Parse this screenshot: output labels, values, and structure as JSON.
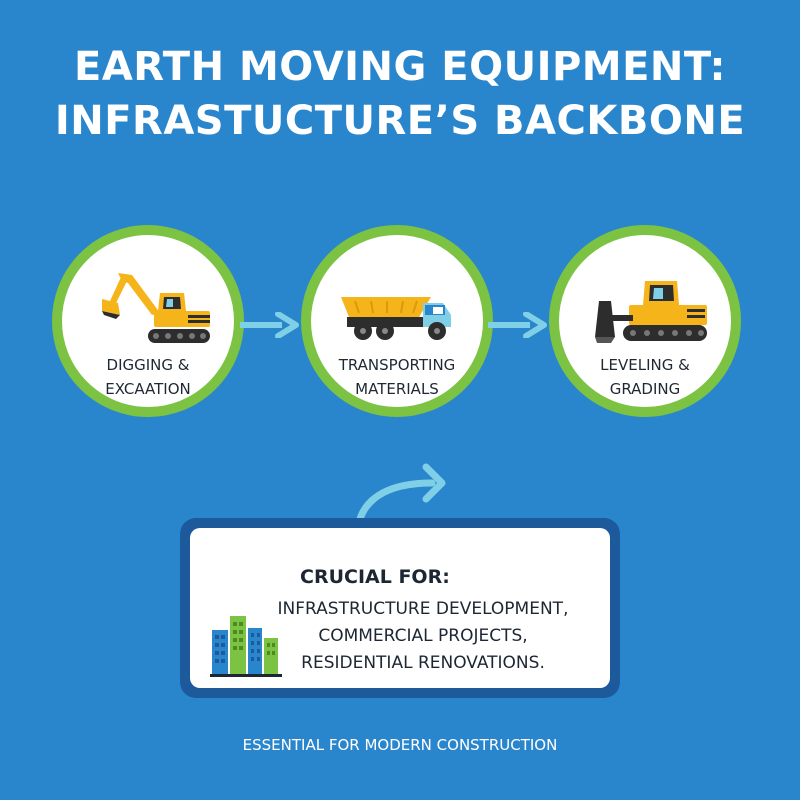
{
  "title": {
    "line1": "EARTH MOVING EQUIPMENT:",
    "line2": "INFRASTUCTURE’S BACKBONE"
  },
  "steps": [
    {
      "label_line1": "DIGGING &",
      "label_line2": "EXCAATION",
      "icon": "excavator-icon"
    },
    {
      "label_line1": "TRANSPORTING",
      "label_line2": "MATERIALS",
      "icon": "dump-truck-icon"
    },
    {
      "label_line1": "LEVELING &",
      "label_line2": "GRADING",
      "icon": "bulldozer-icon"
    }
  ],
  "callout": {
    "heading": "CRUCIAL FOR:",
    "items": [
      "INFRASTRUCTURE DEVELOPMENT,",
      "COMMERCIAL PROJECTS,",
      "RESIDENTIAL RENOVATIONS."
    ],
    "icon": "city-buildings-icon"
  },
  "footer": "ESSENTIAL FOR MODERN CONSTRUCTION",
  "colors": {
    "background": "#2a86cc",
    "circle_border": "#7cc243",
    "arrow": "#7fd0e6",
    "machine_yellow": "#f5b41a",
    "box_border": "#1c5a9c"
  }
}
